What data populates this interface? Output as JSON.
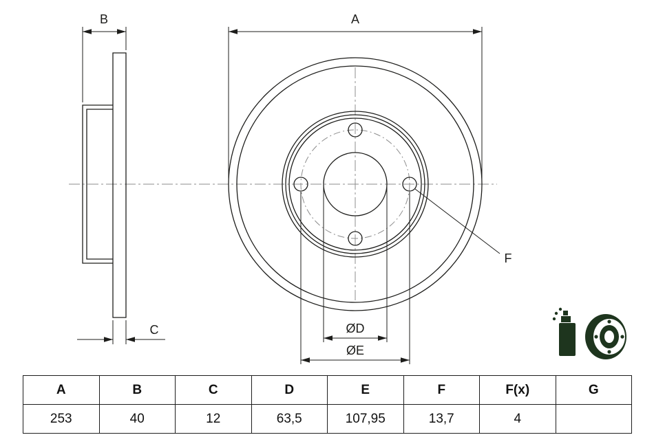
{
  "drawing": {
    "labels": {
      "a": "A",
      "b": "B",
      "c": "C",
      "d": "ØD",
      "e": "ØE",
      "f": "F"
    },
    "colors": {
      "line": "#1d1d1b",
      "centerline": "#8c8c8c",
      "icon": "#1e351e"
    },
    "icon": {
      "name": "coated-brake-disc-pictogram"
    }
  },
  "table": {
    "headers": [
      "A",
      "B",
      "C",
      "D",
      "E",
      "F",
      "F(x)",
      "G"
    ],
    "values": [
      "253",
      "40",
      "12",
      "63,5",
      "107,95",
      "13,7",
      "4",
      ""
    ]
  }
}
